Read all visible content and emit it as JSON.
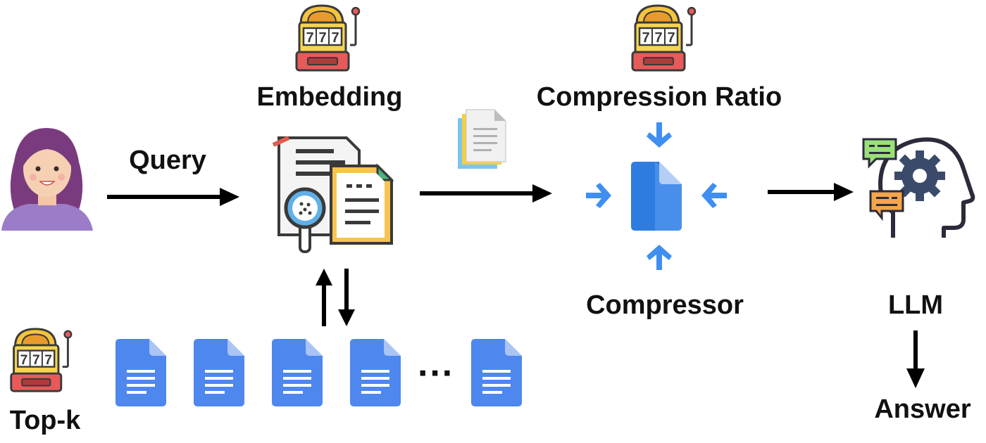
{
  "labels": {
    "query": "Query",
    "embedding": "Embedding",
    "compression_ratio": "Compression Ratio",
    "compressor": "Compressor",
    "llm": "LLM",
    "answer": "Answer",
    "top_k": "Top-k",
    "ellipsis": "···"
  },
  "slot_machine": {
    "display": "777"
  },
  "colors": {
    "arrow": "#000000",
    "doc_blue": "#4e87ee",
    "doc_fold": "#a9c4f5",
    "compress_arrow": "#3f8ef2",
    "slot_red": "#e85a5a",
    "slot_yellow": "#f5c43c"
  }
}
